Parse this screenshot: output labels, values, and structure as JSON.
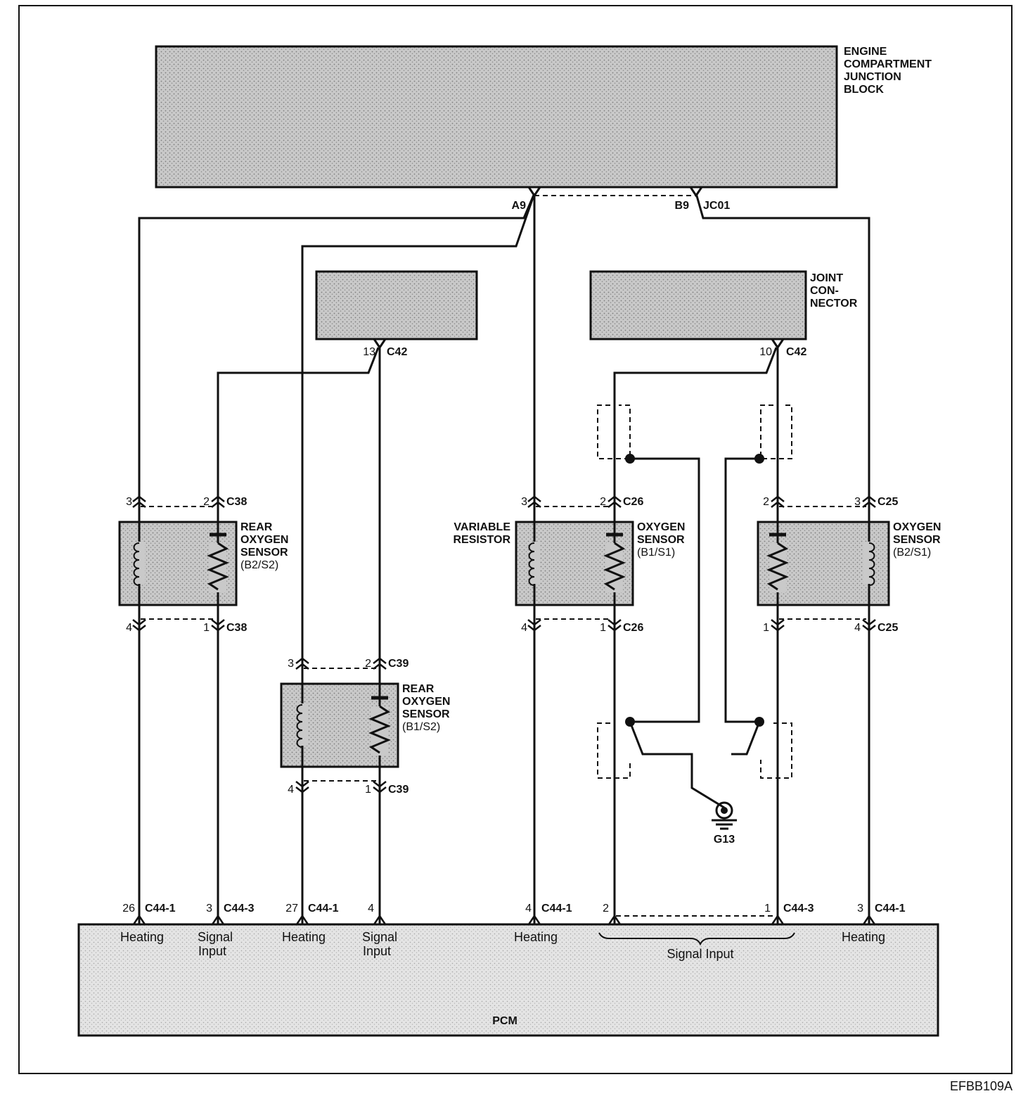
{
  "components": {
    "ecjb": "ENGINE\nCOMPARTMENT\nJUNCTION\nBLOCK",
    "joint_connector": "JOINT\nCON-\nNECTOR",
    "pcm": "PCM",
    "rear_o2_b2s2": "REAR\nOXYGEN\nSENSOR\n(B2/S2)",
    "rear_o2_b1s2": "REAR\nOXYGEN\nSENSOR\n(B1/S2)",
    "variable_resistor": "VARIABLE\nRESISTOR",
    "o2_b1s1": "OXYGEN\nSENSOR\n(B1/S1)",
    "o2_b2s1": "OXYGEN\nSENSOR\n(B2/S1)",
    "ground": "G13"
  },
  "connectors": {
    "a9": "A9",
    "b9": "B9",
    "jc01": "JC01",
    "c42": "C42",
    "c38": "C38",
    "c39": "C39",
    "c26": "C26",
    "c25": "C25",
    "c44_1": "C44-1",
    "c44_3": "C44-3"
  },
  "pins": {
    "p13": "13",
    "p10": "10",
    "p3": "3",
    "p2": "2",
    "p4": "4",
    "p1": "1",
    "p26": "26",
    "p27": "27"
  },
  "pcm_labels": {
    "heating": "Heating",
    "signal": "Signal",
    "input": "Input",
    "signal_input": "Signal Input"
  },
  "figure_code": "EFBB109A"
}
